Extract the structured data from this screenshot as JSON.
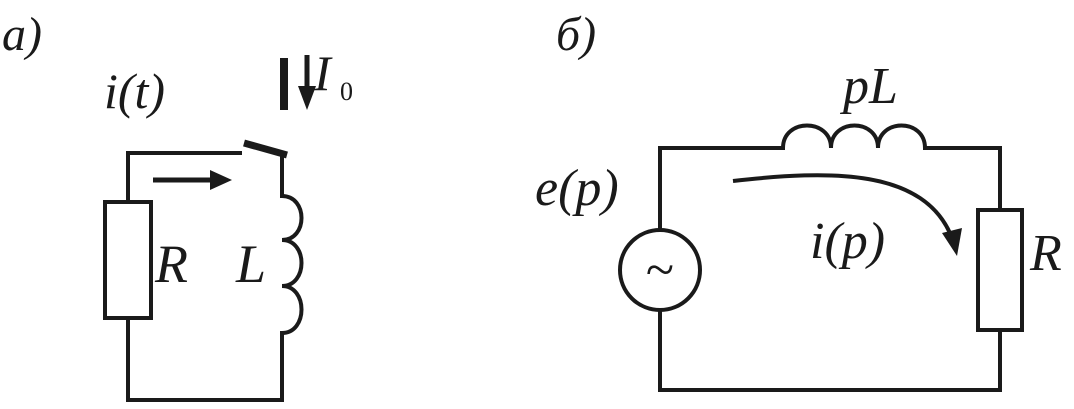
{
  "circuit_a": {
    "panel_label": "а)",
    "current": "i(t)",
    "resistor": "R",
    "inductor": "L",
    "initial_current_symbol": "I",
    "initial_current_subscript": "0"
  },
  "circuit_b": {
    "panel_label": "б)",
    "inductor": "pL",
    "source": "e(p)",
    "source_symbol": "~",
    "current": "i(p)",
    "resistor": "R"
  }
}
